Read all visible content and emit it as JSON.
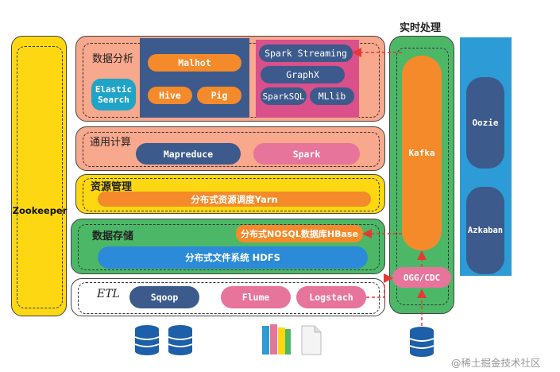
{
  "zookeeper": {
    "label": "Zookeeper"
  },
  "realtime": {
    "title": "实时处理",
    "kafka": "Kafka",
    "ogg": "OGG/CDC"
  },
  "scheduler": {
    "oozie": "Oozie",
    "azkaban": "Azkaban"
  },
  "analysis": {
    "title": "数据分析",
    "elastic": "Elastic Search",
    "malhot": "Malhot",
    "hive": "Hive",
    "pig": "Pig",
    "spark_streaming": "Spark Streaming",
    "graphx": "GraphX",
    "sparksql": "SparkSQL",
    "mllib": "MLlib"
  },
  "compute": {
    "title": "通用计算",
    "mapreduce": "Mapreduce",
    "spark": "Spark"
  },
  "resource": {
    "title": "资源管理",
    "yarn": "分布式资源调度Yarn"
  },
  "storage": {
    "title": "数据存储",
    "hbase": "分布式NOSQL数据库HBase",
    "hdfs": "分布式文件系统 HDFS"
  },
  "etl": {
    "title": "ETL",
    "sqoop": "Sqoop",
    "flume": "Flume",
    "logstash": "Logstach"
  },
  "watermark": "@稀土掘金技术社区",
  "colors": {
    "yellow": "#FDD812",
    "salmon": "#F8A88C",
    "green": "#4CB867",
    "blue_col": "#2C9BD6",
    "navy": "#3C5A8C",
    "orange": "#F58A2A",
    "pink": "#E7749A",
    "teal": "#1FA4C8",
    "hdfs_blue": "#2B8BD9",
    "magenta_box": "#D9508A",
    "db_blue": "#1D5FA8"
  }
}
